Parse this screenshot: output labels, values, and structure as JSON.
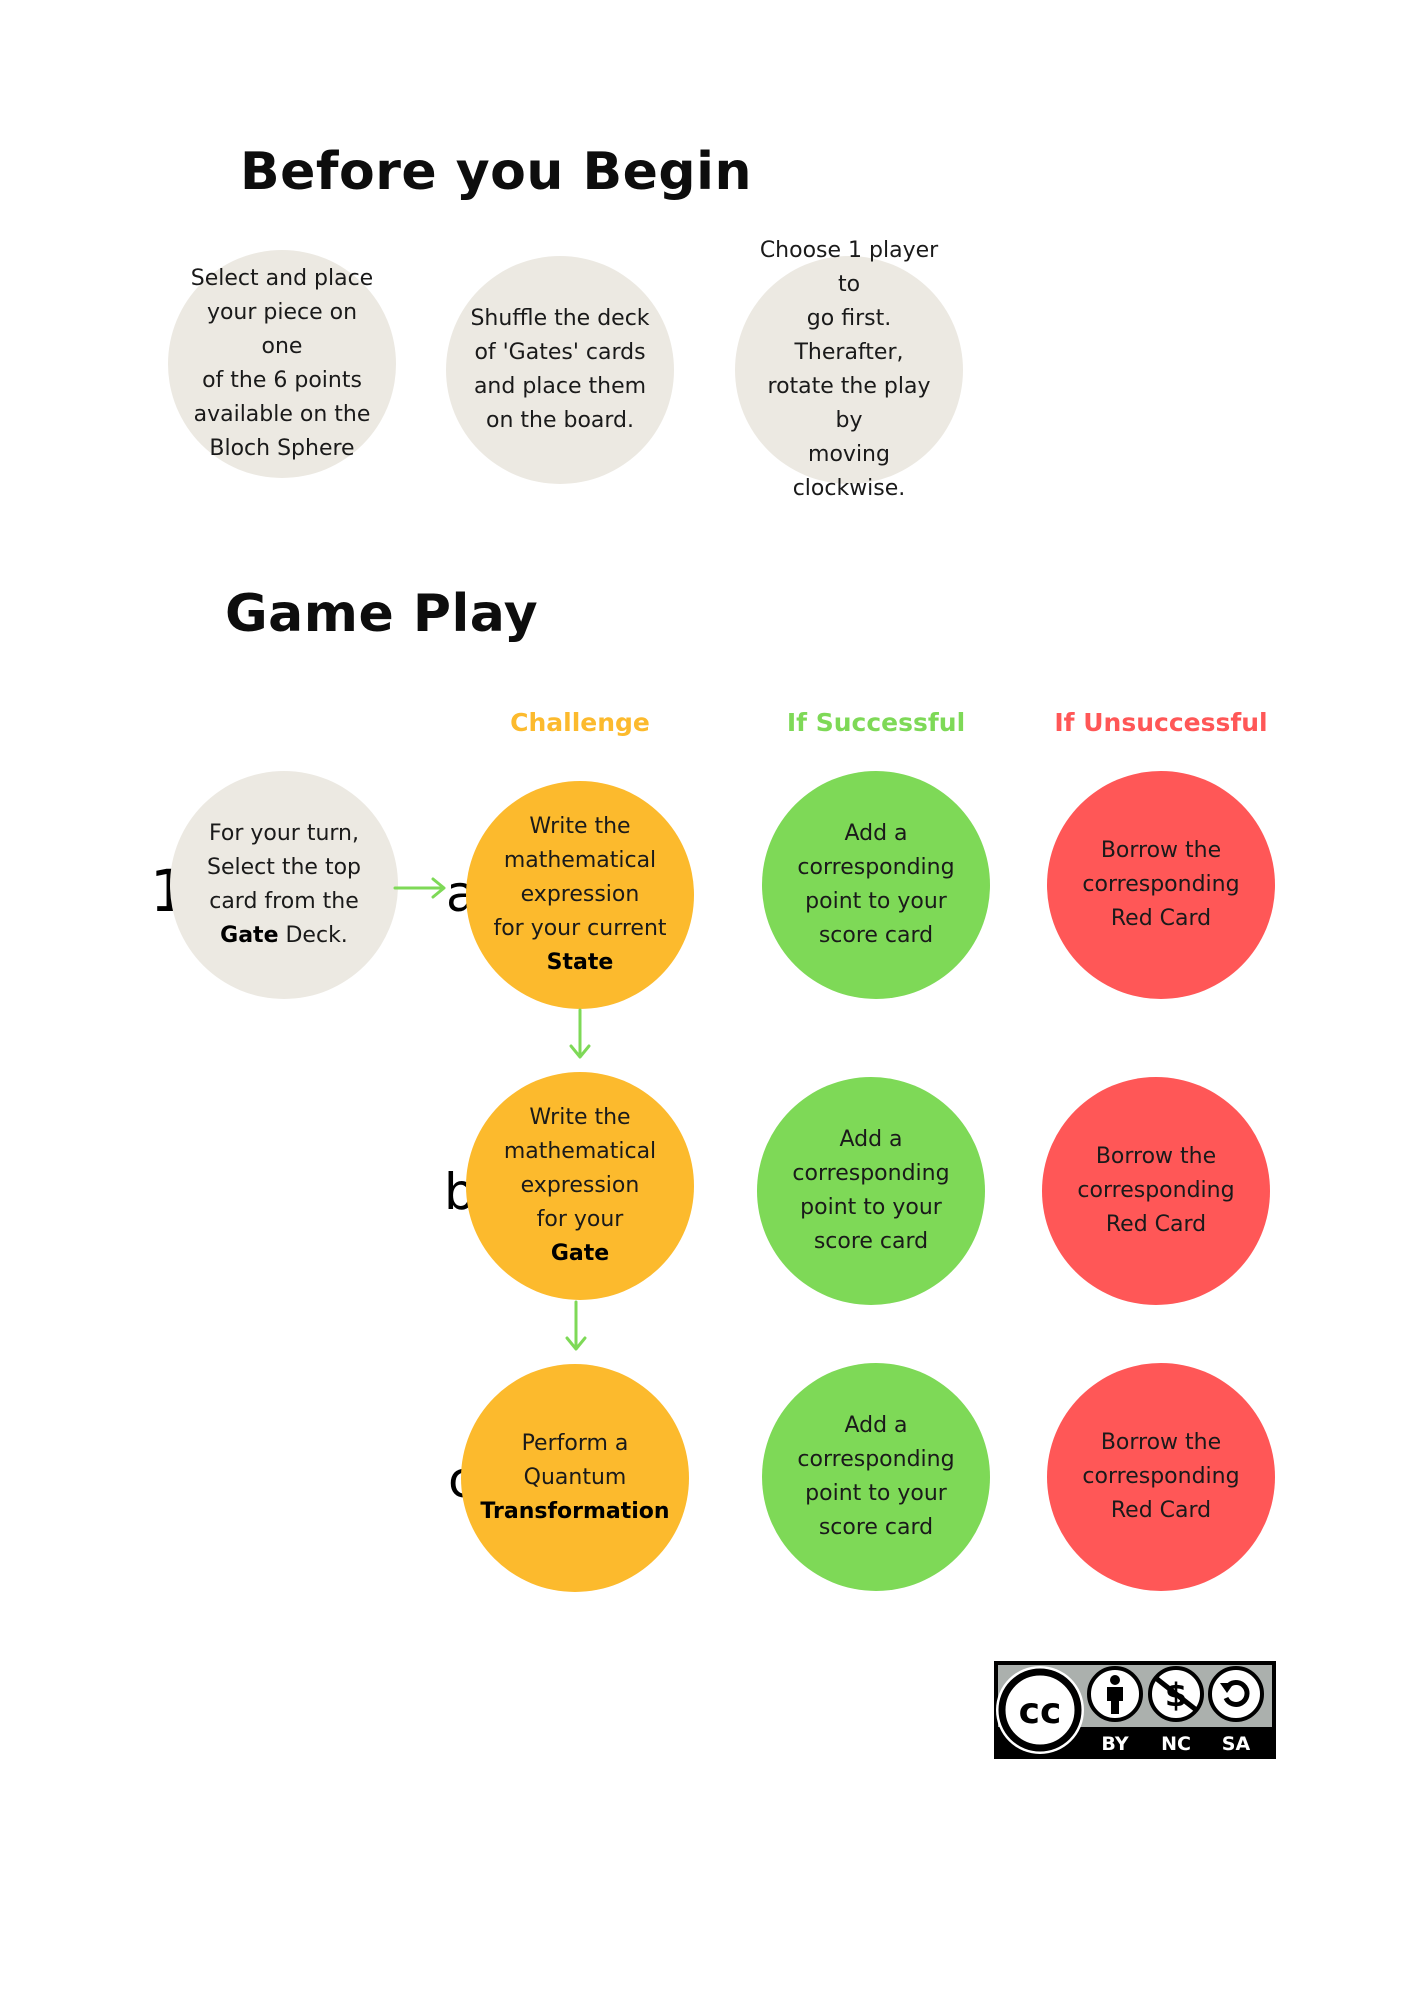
{
  "before": {
    "title": "Before you Begin",
    "steps": [
      "Select and place\nyour piece on one\nof the 6 points\navailable on the\nBloch Sphere",
      "Shuffle the deck\nof 'Gates' cards\nand place them\non the board.",
      "Choose 1 player to\ngo first.  Therafter,\nrotate the play by\nmoving clockwise."
    ]
  },
  "gameplay": {
    "title": "Game Play",
    "columns": {
      "challenge": "Challenge",
      "success": "If Successful",
      "fail": "If Unsuccessful"
    },
    "turn": {
      "number": "1",
      "text": "For your turn,\nSelect the top\ncard from the\n",
      "bold": "Gate",
      "after": " Deck."
    },
    "rows": [
      {
        "letter": "a",
        "challenge": "Write the\nmathematical\nexpression\nfor your current\n",
        "challenge_bold": "State",
        "success": "Add a\ncorresponding\npoint to your\nscore card",
        "fail": "Borrow the\ncorresponding\nRed Card"
      },
      {
        "letter": "b",
        "challenge": "Write the\nmathematical\nexpression\nfor your\n",
        "challenge_bold": "Gate",
        "success": "Add a\ncorresponding\npoint to your\nscore card",
        "fail": "Borrow the\ncorresponding\nRed Card"
      },
      {
        "letter": "c",
        "challenge": "Perform a\nQuantum\n",
        "challenge_bold": "Transformation",
        "success": "Add a\ncorresponding\npoint to your\nscore card",
        "fail": "Borrow the\ncorresponding\nRed Card"
      }
    ]
  },
  "license": {
    "cc": "cc",
    "by": "BY",
    "nc": "NC",
    "sa": "SA"
  },
  "colors": {
    "beige": "#ece9e2",
    "orange": "#fcba2d",
    "green": "#7ed957",
    "red": "#ff5757",
    "challenge_head": "#fcba2d",
    "success_head": "#7ed957",
    "fail_head": "#ff5757",
    "arrow": "#7ed957"
  }
}
